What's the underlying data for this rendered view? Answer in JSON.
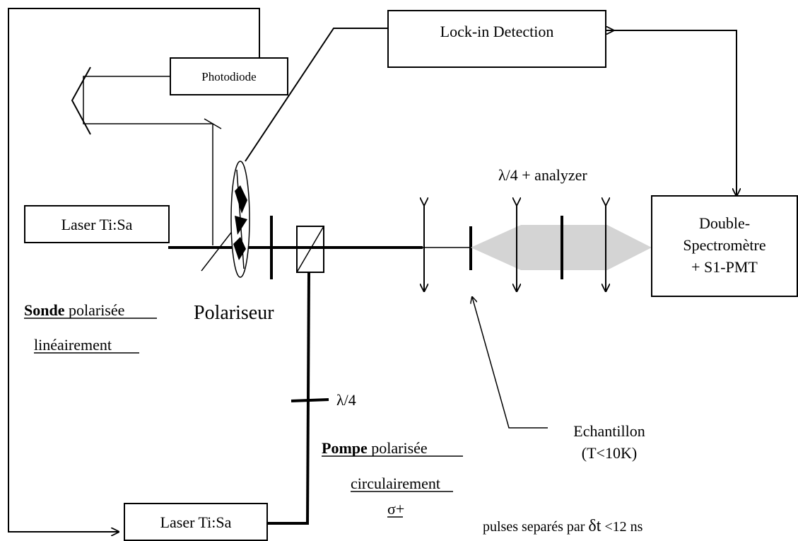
{
  "boxes": {
    "lockin": "Lock-in Detection",
    "photodiode": "Photodiode",
    "laser_probe": "Laser Ti:Sa",
    "laser_pump": "Laser Ti:Sa",
    "spectrometer": [
      "Double-",
      "Spectromètre",
      "+ S1-PMT"
    ]
  },
  "labels": {
    "polariseur": "Polariseur",
    "sonde_bold": "Sonde",
    "sonde_rest": " polarisée",
    "sonde_line2": "linéairement",
    "pompe_bold": "Pompe",
    "pompe_rest": " polarisée",
    "pompe_line2": "circulairement",
    "pompe_line3": "σ+",
    "lambda4_pump": "λ/4",
    "lambda4_analyzer": "λ/4 + analyzer",
    "echantillon": "Echantillon",
    "temperature": "(T<10K)",
    "pulses_prefix": "pulses separés par ",
    "pulses_symbol": "δt",
    "pulses_value": " <12 ns"
  }
}
